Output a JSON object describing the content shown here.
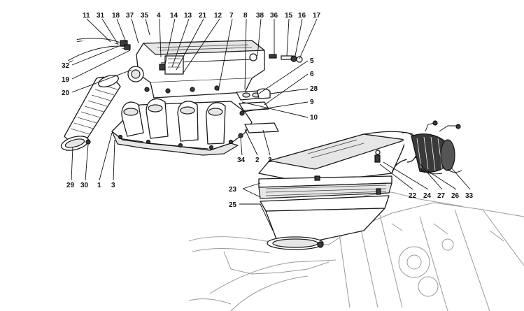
{
  "labels": {
    "l1": "1",
    "l2": "2",
    "l3a": "3",
    "l3b": "3",
    "l4": "4",
    "l5": "5",
    "l6": "6",
    "l7": "7",
    "l8": "8",
    "l9": "9",
    "l10": "10",
    "l11": "11",
    "l12": "12",
    "l13": "13",
    "l14": "14",
    "l15": "15",
    "l16": "16",
    "l17": "17",
    "l18": "18",
    "l19": "19",
    "l20": "20",
    "l21": "21",
    "l22": "22",
    "l23": "23",
    "l24": "24",
    "l25": "25",
    "l26": "26",
    "l27": "27",
    "l28": "28",
    "l29": "29",
    "l30": "30",
    "l31": "31",
    "l32": "32",
    "l33": "33",
    "l34": "34",
    "l35": "35",
    "l36": "36",
    "l37": "37",
    "l38": "38"
  }
}
